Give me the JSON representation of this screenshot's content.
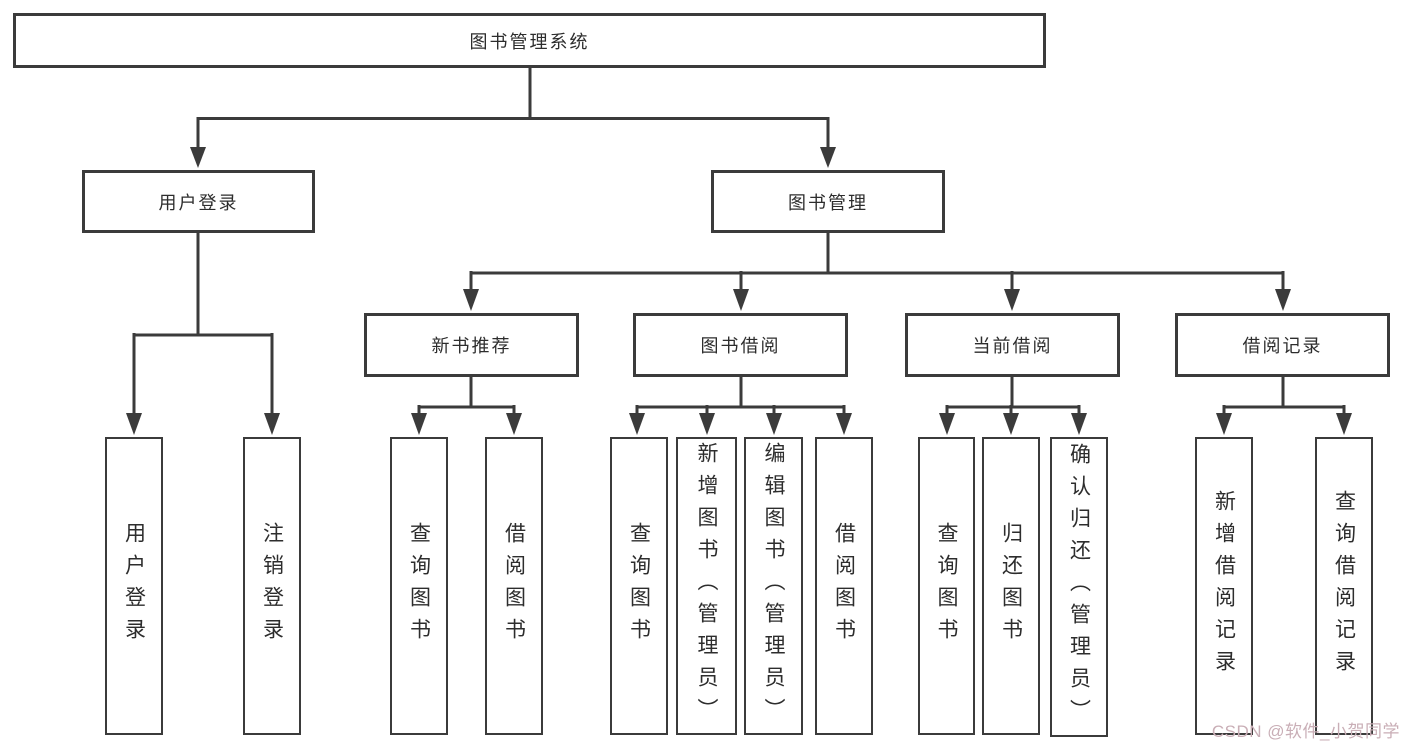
{
  "tree": {
    "label": "图书管理系统",
    "children": [
      {
        "label": "用户登录",
        "children": [
          {
            "label": "用户登录"
          },
          {
            "label": "注销登录"
          }
        ]
      },
      {
        "label": "图书管理",
        "children": [
          {
            "label": "新书推荐",
            "children": [
              {
                "label": "查询图书"
              },
              {
                "label": "借阅图书"
              }
            ]
          },
          {
            "label": "图书借阅",
            "children": [
              {
                "label": "查询图书"
              },
              {
                "label": "新增图书（管理员）"
              },
              {
                "label": "编辑图书（管理员）"
              },
              {
                "label": "借阅图书"
              }
            ]
          },
          {
            "label": "当前借阅",
            "children": [
              {
                "label": "查询图书"
              },
              {
                "label": "归还图书"
              },
              {
                "label": "确认归还（管理员）"
              }
            ]
          },
          {
            "label": "借阅记录",
            "children": [
              {
                "label": "新增借阅记录"
              },
              {
                "label": "查询借阅记录"
              }
            ]
          }
        ]
      }
    ]
  },
  "watermark": {
    "text": "CSDN @软件_小贺同学"
  },
  "colors": {
    "line": "#3b3b3b",
    "box_border": "#3b3b3b",
    "box_bg": "#ffffff",
    "text": "#2d2d2d",
    "watermark": "#c9aeb6"
  }
}
